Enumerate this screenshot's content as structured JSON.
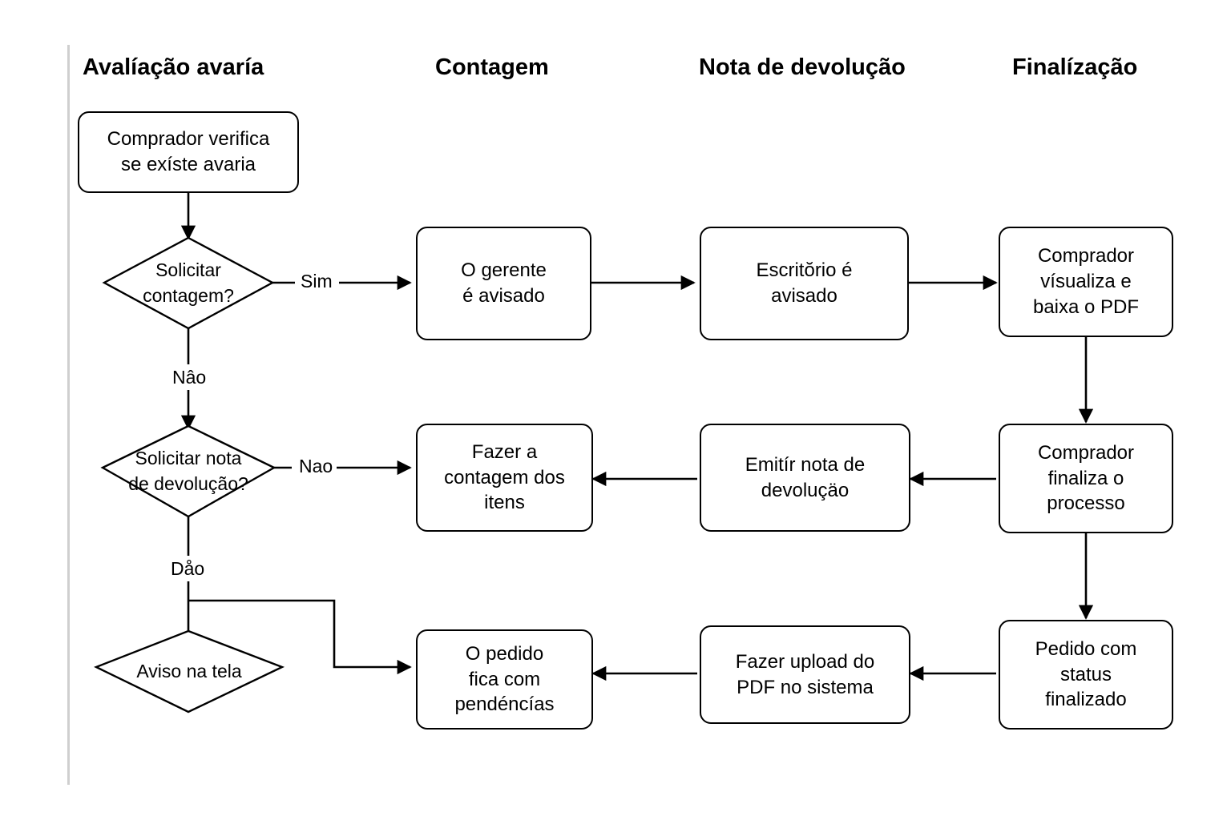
{
  "diagram": {
    "type": "flowchart",
    "title": "",
    "background_color": "#ffffff",
    "stroke_color": "#000000",
    "divider_color": "#cfcfcf",
    "lanes": [
      {
        "id": "lane-avaliacao",
        "label": "Avalíação avaría"
      },
      {
        "id": "lane-contagem",
        "label": "Contagem"
      },
      {
        "id": "lane-nota",
        "label": "Nota de devolução"
      },
      {
        "id": "lane-finalizacao",
        "label": "Finalízação"
      }
    ],
    "nodes": {
      "comprador_verifica": {
        "shape": "process",
        "lines": [
          "Comprador verifica",
          "se exíste avaria"
        ]
      },
      "solicitar_contagem": {
        "shape": "decision",
        "lines": [
          "Solicitar",
          "contagem?"
        ]
      },
      "solicitar_nota": {
        "shape": "decision",
        "lines": [
          "Solicitar nota",
          "de devolução?"
        ]
      },
      "aviso_na_tela": {
        "shape": "decision",
        "lines": [
          "Aviso na tela"
        ]
      },
      "gerente_avisado": {
        "shape": "process",
        "lines": [
          "O gerente",
          "é avisado"
        ]
      },
      "fazer_contagem": {
        "shape": "process",
        "lines": [
          "Fazer a",
          "contagem dos",
          "itens"
        ]
      },
      "pedido_pendencias": {
        "shape": "process",
        "lines": [
          "O pedido",
          "fica com",
          "pendéncías"
        ]
      },
      "escritorio_avisado": {
        "shape": "process",
        "lines": [
          "Escritŏrio é",
          "avisado"
        ]
      },
      "emitir_nota": {
        "shape": "process",
        "lines": [
          "Emitír nota de",
          "devoluçäo"
        ]
      },
      "fazer_upload": {
        "shape": "process",
        "lines": [
          "Fazer upload do",
          "PDF no sistema"
        ]
      },
      "comprador_visualiza": {
        "shape": "process",
        "lines": [
          "Comprador",
          "vísualiza e",
          "baixa o PDF"
        ]
      },
      "comprador_finaliza": {
        "shape": "process",
        "lines": [
          "Comprador",
          "finaliza o",
          "processo"
        ]
      },
      "pedido_finalizado": {
        "shape": "process",
        "lines": [
          "Pedido com",
          "status",
          "finalizado"
        ]
      }
    },
    "edge_labels": {
      "sim": "Sim",
      "nao_circunflexo": "Nâo",
      "nao": "Nao",
      "dao": "Dåo"
    }
  }
}
